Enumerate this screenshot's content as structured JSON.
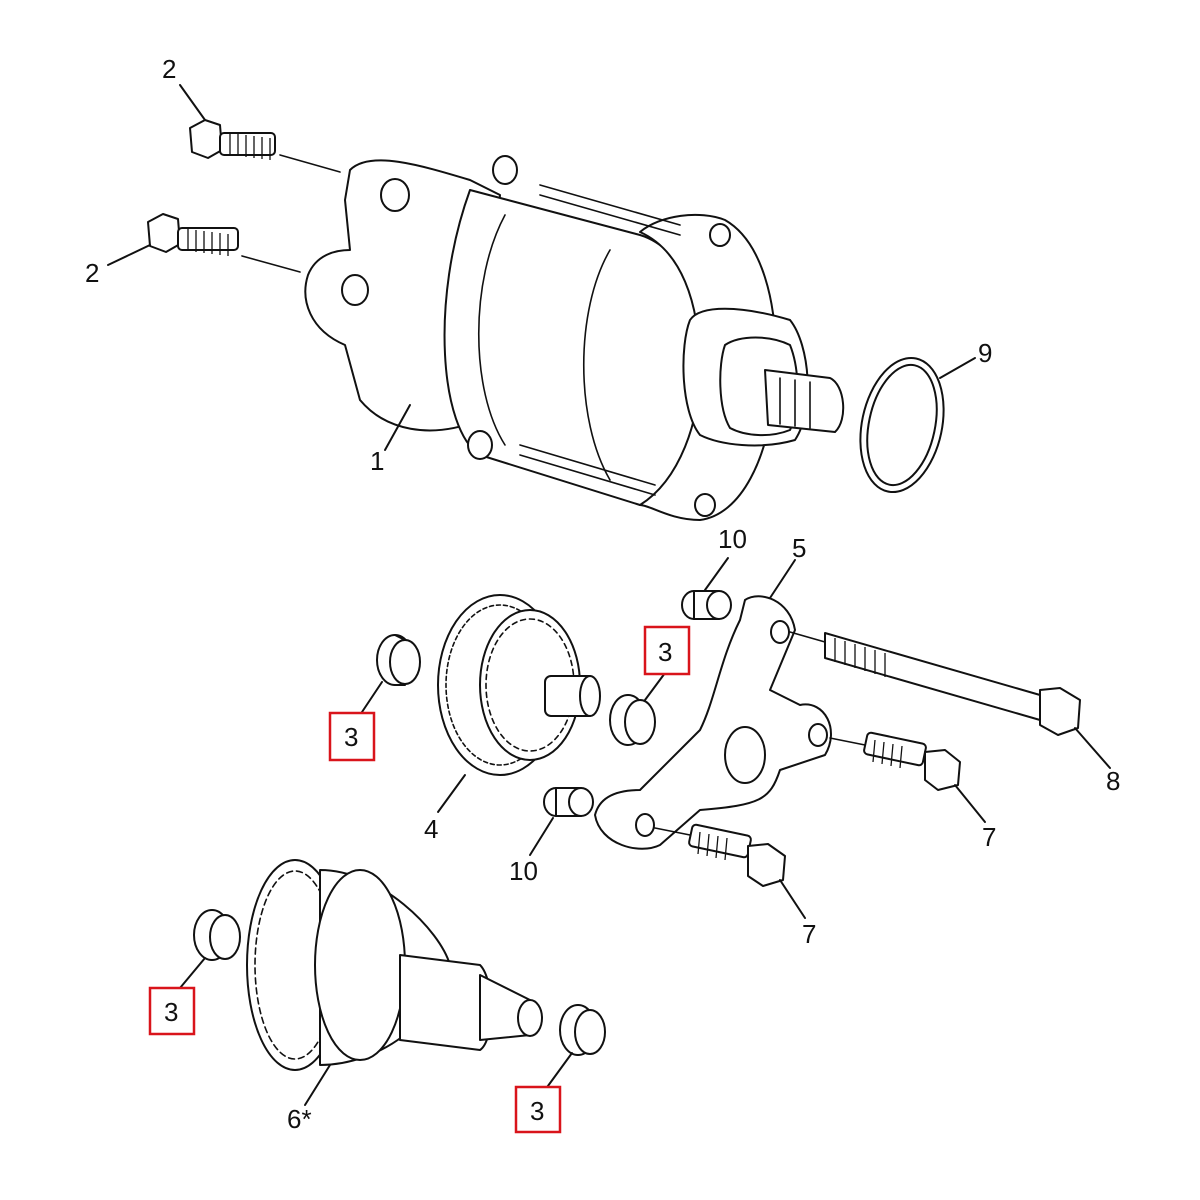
{
  "callouts": {
    "bolt_top": "2",
    "bolt_mid": "2",
    "starter_motor": "1",
    "o_ring": "9",
    "dowel_top": "10",
    "bracket": "5",
    "bearing_a": "3",
    "bearing_b": "3",
    "idler_gear": "4",
    "long_bolt": "8",
    "bolt_right": "7",
    "dowel_bottom": "10",
    "bolt_bottom": "7",
    "bearing_c": "3",
    "starter_clutch": "6*",
    "bearing_d": "3"
  },
  "colors": {
    "line": "#111111",
    "highlight_box": "#d9141b",
    "background": "#ffffff"
  }
}
